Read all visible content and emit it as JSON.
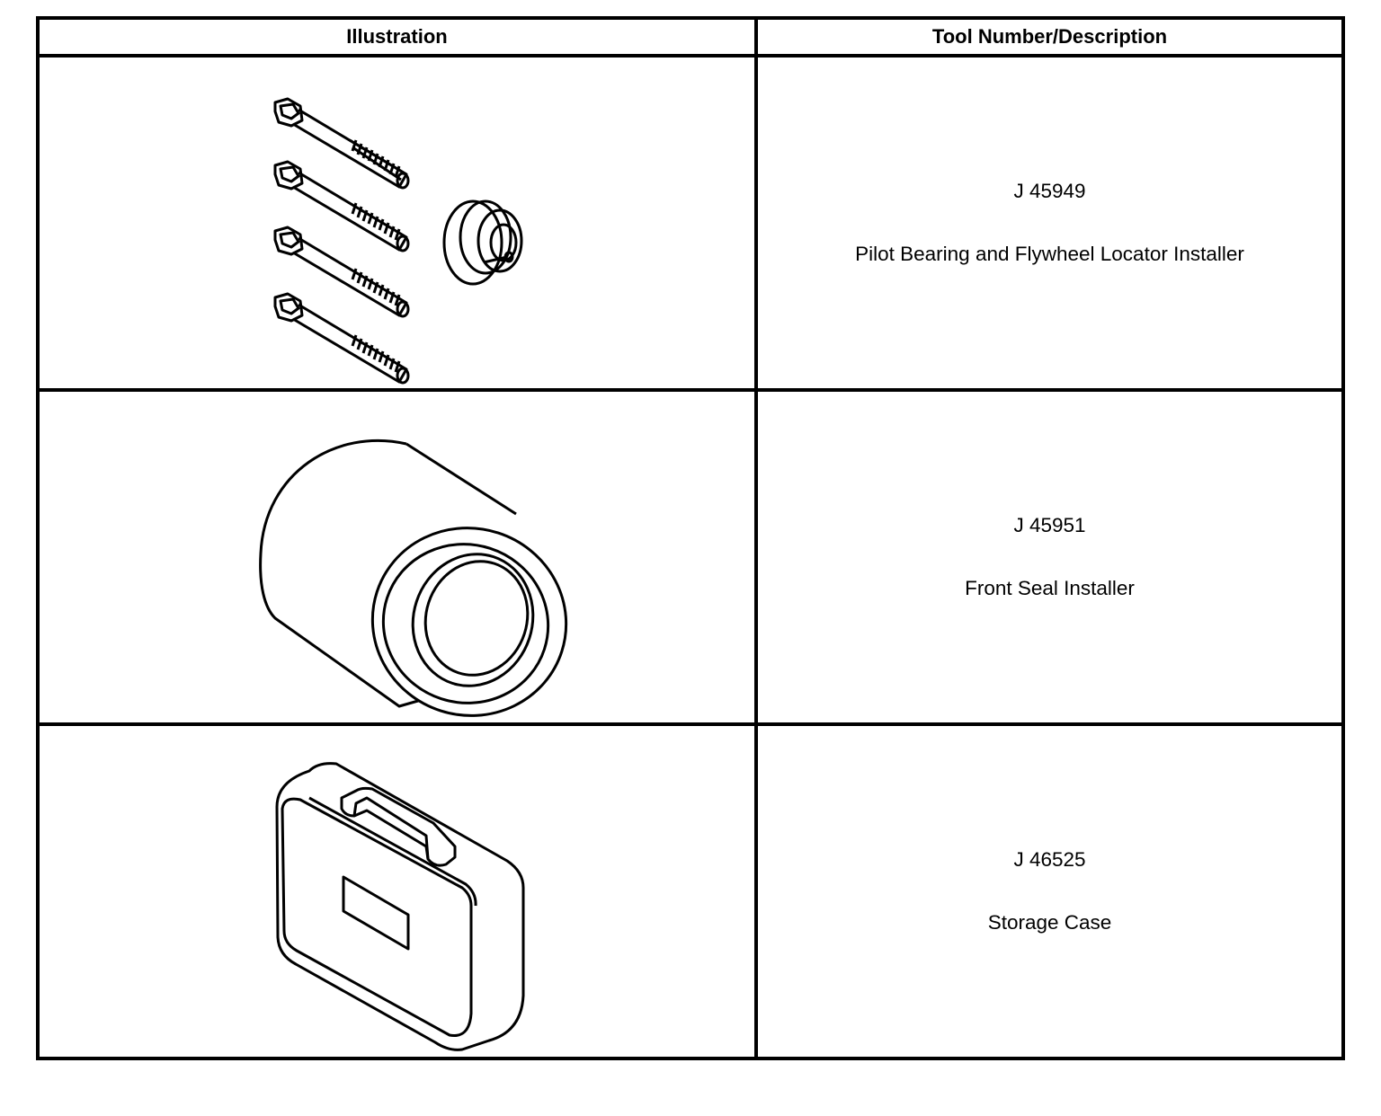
{
  "table": {
    "headers": [
      "Illustration",
      "Tool Number/Description"
    ],
    "rows": [
      {
        "tool_number": "J 45949",
        "description": "Pilot Bearing and Flywheel Locator Installer",
        "illustration_icon": "bolts-and-locator-icon"
      },
      {
        "tool_number": "J 45951",
        "description": "Front Seal Installer",
        "illustration_icon": "seal-installer-icon"
      },
      {
        "tool_number": "J 46525",
        "description": "Storage Case",
        "illustration_icon": "storage-case-icon"
      }
    ]
  }
}
